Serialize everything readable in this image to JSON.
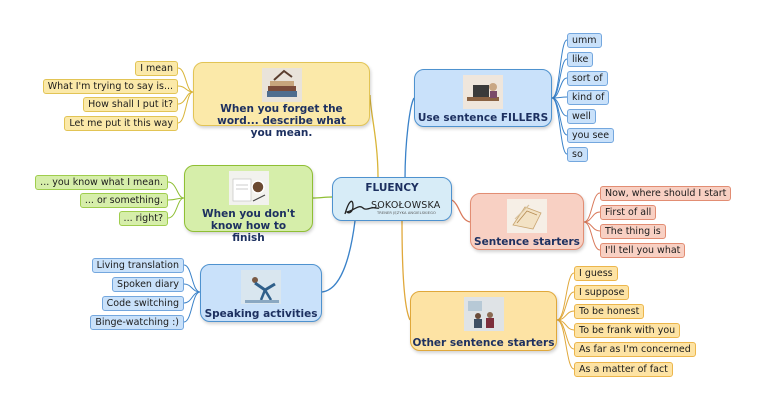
{
  "colors": {
    "yellow": "#fbe9a9",
    "green": "#d6eeaa",
    "blue": "#c9e1fa",
    "red": "#f8d0c3",
    "orange": "#fde3a4",
    "center": "#d7ecf7",
    "link_blue": "#3a82c9",
    "link_yellow": "#d9b539",
    "link_green": "#8fbf34",
    "link_red": "#d97a5c",
    "link_orange": "#e0a83b"
  },
  "center": {
    "title": "FLUENCY",
    "logo_text": "SOKOŁOWSKA",
    "logo_tagline": "TRENER JĘZYKA ANGIELSKIEGO"
  },
  "branches": {
    "forget": {
      "label": "When you forget the word... describe what you mean.",
      "icon": "book-stack-image",
      "items": [
        "I mean",
        "What I'm trying to say is...",
        "How shall I put it?",
        "Let me put it this way"
      ]
    },
    "finish": {
      "label": "When you don't know how to finish",
      "icon": "coffee-notebook-image",
      "items": [
        "... you know what I mean.",
        "... or something.",
        "... right?"
      ]
    },
    "speaking": {
      "label": "Speaking activities",
      "icon": "yoga-person-image",
      "items": [
        "Living translation",
        "Spoken diary",
        "Code switching",
        "Binge-watching :)"
      ]
    },
    "fillers": {
      "label": "Use sentence FILLERS",
      "icon": "desk-laptop-image",
      "items": [
        "umm",
        "like",
        "sort of",
        "kind of",
        "well",
        "you see",
        "so"
      ]
    },
    "starters": {
      "label": "Sentence starters",
      "icon": "paper-pile-image",
      "items": [
        "Now, where should I start",
        "First of all",
        "The thing is",
        "I'll tell you what"
      ]
    },
    "other": {
      "label": "Other sentence starters",
      "icon": "meeting-room-image",
      "items": [
        "I guess",
        "I suppose",
        "To be honest",
        "To be frank with you",
        "As far as I'm concerned",
        "As a matter of fact"
      ]
    }
  }
}
